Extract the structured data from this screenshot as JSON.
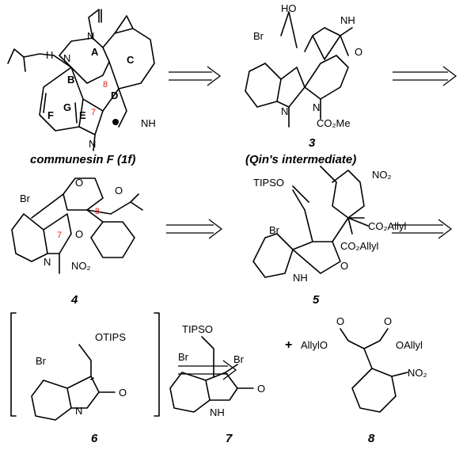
{
  "compounds": [
    {
      "id": "1f",
      "caption": "communesin F (1f)"
    },
    {
      "id": "3",
      "caption": "3",
      "subcaption": "(Qin's intermediate)"
    },
    {
      "id": "4",
      "caption": "4"
    },
    {
      "id": "5",
      "caption": "5"
    },
    {
      "id": "6",
      "caption": "6"
    },
    {
      "id": "7",
      "caption": "7"
    },
    {
      "id": "8",
      "caption": "8"
    }
  ],
  "atom_labels": {
    "c1": {
      "h": "H",
      "n1": "N",
      "n2": "N",
      "nh": "NH",
      "nme": "N",
      "rA": "A",
      "rB": "B",
      "rC": "C",
      "rD": "D",
      "rE": "E",
      "rF": "F",
      "rG": "G",
      "n7": "7",
      "n8": "8"
    },
    "c3": {
      "br": "Br",
      "ho": "HO",
      "nh": "NH",
      "o": "O",
      "n1": "N",
      "n2": "N",
      "co2me": "CO₂Me"
    },
    "c4": {
      "br": "Br",
      "o1": "O",
      "o2": "O",
      "o3": "O",
      "n": "N",
      "no2": "NO₂",
      "n7": "7",
      "n8": "8"
    },
    "c5": {
      "tipso": "TIPSO",
      "br": "Br",
      "no2": "NO₂",
      "co2allyl1": "CO₂Allyl",
      "co2allyl2": "CO₂Allyl",
      "nh": "NH",
      "o": "O"
    },
    "c6": {
      "otips": "OTIPS",
      "br": "Br",
      "n": "N",
      "o": "O"
    },
    "c7": {
      "tipso": "TIPSO",
      "br1": "Br",
      "br2": "Br",
      "nh": "NH",
      "o": "O"
    },
    "plus": "+",
    "c8": {
      "allylo": "AllylO",
      "oallyl": "OAllyl",
      "o1": "O",
      "o2": "O",
      "no2": "NO₂"
    }
  },
  "arrows": {
    "count": 5,
    "type": "retrosynthetic"
  },
  "colors": {
    "ink": "#000000",
    "highlight": "#e0201a"
  }
}
